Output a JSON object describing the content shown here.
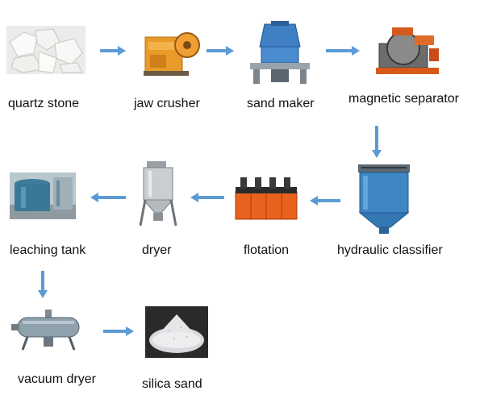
{
  "diagram": {
    "nodes": [
      {
        "id": "quartz",
        "label": "quartz stone",
        "icon": "quartz-stone-icon"
      },
      {
        "id": "jaw",
        "label": "jaw crusher",
        "icon": "jaw-crusher-icon"
      },
      {
        "id": "sand",
        "label": "sand maker",
        "icon": "sand-maker-icon"
      },
      {
        "id": "magnetic",
        "label": "magnetic separator",
        "icon": "magnetic-separator-icon"
      },
      {
        "id": "classifier",
        "label": "hydraulic classifier",
        "icon": "hydraulic-classifier-icon"
      },
      {
        "id": "flotation",
        "label": "flotation",
        "icon": "flotation-icon"
      },
      {
        "id": "dryer",
        "label": "dryer",
        "icon": "dryer-icon"
      },
      {
        "id": "leaching",
        "label": "leaching tank",
        "icon": "leaching-tank-icon"
      },
      {
        "id": "vacuum",
        "label": "vacuum dryer",
        "icon": "vacuum-dryer-icon"
      },
      {
        "id": "silica",
        "label": "silica sand",
        "icon": "silica-sand-icon"
      }
    ],
    "arrow_color": "#5b9bd5",
    "edges": [
      [
        "quartz",
        "jaw"
      ],
      [
        "jaw",
        "sand"
      ],
      [
        "sand",
        "magnetic"
      ],
      [
        "magnetic",
        "classifier"
      ],
      [
        "classifier",
        "flotation"
      ],
      [
        "flotation",
        "dryer"
      ],
      [
        "dryer",
        "leaching"
      ],
      [
        "leaching",
        "vacuum"
      ],
      [
        "vacuum",
        "silica"
      ]
    ]
  }
}
